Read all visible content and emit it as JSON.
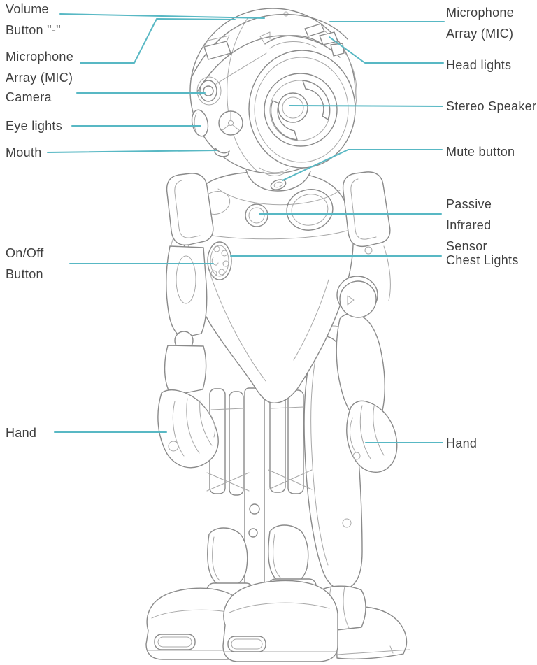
{
  "colors": {
    "background": "#ffffff",
    "accent": "#58b8c4",
    "text": "#3f3f3f",
    "line_art": "#8a8a8a",
    "line_art_soft": "#a8a8a8"
  },
  "callouts": {
    "left": [
      {
        "id": "volume-button",
        "text": "Volume\nButton \"-\""
      },
      {
        "id": "microphone-array-left",
        "text": "Microphone\nArray (MIC)"
      },
      {
        "id": "camera",
        "text": "Camera"
      },
      {
        "id": "eye-lights",
        "text": "Eye lights"
      },
      {
        "id": "mouth",
        "text": "Mouth"
      },
      {
        "id": "on-off-button",
        "text": "On/Off\nButton"
      },
      {
        "id": "hand-left",
        "text": "Hand"
      }
    ],
    "right": [
      {
        "id": "microphone-array-right",
        "text": "Microphone\nArray (MIC)"
      },
      {
        "id": "head-lights",
        "text": "Head lights"
      },
      {
        "id": "stereo-speaker",
        "text": "Stereo Speaker"
      },
      {
        "id": "mute-button",
        "text": "Mute button"
      },
      {
        "id": "passive-infrared-sensor",
        "text": "Passive Infrared\nSensor"
      },
      {
        "id": "chest-lights",
        "text": "Chest Lights"
      },
      {
        "id": "hand-right",
        "text": "Hand"
      }
    ]
  }
}
